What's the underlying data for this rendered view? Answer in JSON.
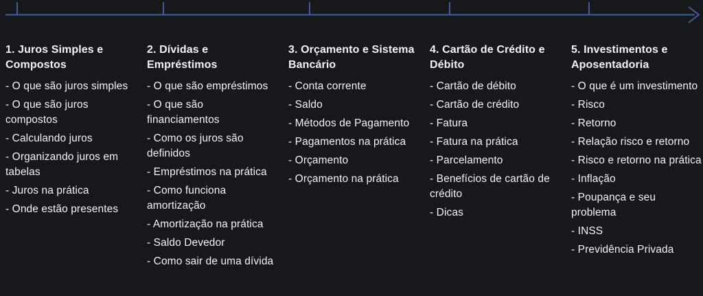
{
  "colors": {
    "background": "#16181c",
    "text": "#f3f4f6",
    "accent": "#3d5f9c"
  },
  "timeline": {
    "description": "horizontal-arrow-timeline",
    "tick_count": 5
  },
  "columns": [
    {
      "title": "1. Juros Simples e Compostos",
      "items": [
        "- O que são juros simples",
        "- O que são juros compostos",
        "- Calculando juros",
        "- Organizando juros em tabelas",
        "- Juros na prática",
        "- Onde estão presentes"
      ]
    },
    {
      "title": "2. Dívidas e Empréstimos",
      "items": [
        "- O que são empréstimos",
        "- O que são financiamentos",
        "- Como os juros são definidos",
        "- Empréstimos na prática",
        "- Como funciona amortização",
        "- Amortização na prática",
        "- Saldo Devedor",
        "- Como sair de uma dívida"
      ]
    },
    {
      "title": "3. Orçamento e Sistema Bancário",
      "items": [
        "- Conta corrente",
        "- Saldo",
        "- Métodos de Pagamento",
        "- Pagamentos na prática",
        "- Orçamento",
        "- Orçamento na prática"
      ]
    },
    {
      "title": "4. Cartão de Crédito e Débito",
      "items": [
        "- Cartão de débito",
        "- Cartão de crédito",
        "- Fatura",
        "- Fatura na prática",
        "- Parcelamento",
        "- Benefícios de cartão de crédito",
        "- Dicas"
      ]
    },
    {
      "title": "5. Investimentos e Aposentadoria",
      "items": [
        "- O que é um investimento",
        "- Risco",
        "- Retorno",
        "- Relação risco e retorno",
        "- Risco e retorno na prática",
        "- Inflação",
        "- Poupança e seu problema",
        "- INSS",
        "- Previdência Privada"
      ]
    }
  ]
}
